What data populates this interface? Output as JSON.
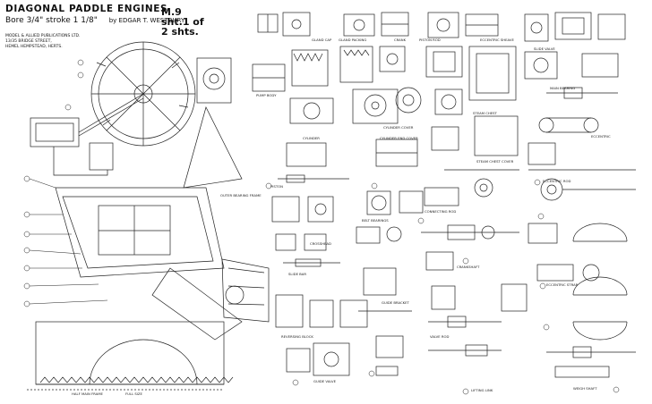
{
  "title": {
    "name": "DIAGONAL PADDLE ENGINES",
    "bore_label": "Bore",
    "bore_value": "3/4\"",
    "stroke_label": "stroke",
    "stroke_value": "1 1/8\"",
    "author": "by EDGAR T. WESTBURY",
    "publisher_lines": [
      "MODEL & ALLIED PUBLICATIONS LTD.",
      "13/35 BRIDGE STREET,",
      "HEMEL HEMPSTEAD, HERTS."
    ],
    "sheet_code": "M.9",
    "sheet_of": "sht.1 of",
    "sheet_count": "2 shts."
  },
  "labels": {
    "gland_cap": "GLAND CAP",
    "gland_packing": "GLAND PACKING",
    "crank": "CRANK",
    "piston_rod": "PISTON ROD",
    "eccentric_sheave": "ECCENTRIC SHEAVE",
    "slide_valve": "SLIDE VALVE",
    "pump_body": "PUMP BODY",
    "cylinder_cover": "CYLINDER COVER",
    "cylinder": "CYLINDER",
    "cylinder_end_cover": "CYLINDER END COVER",
    "steam_chest": "STEAM CHEST",
    "steam_chest_cover": "STEAM CHEST COVER",
    "piston": "PISTON",
    "connecting_rod": "CONNECTING ROD",
    "belt_bearings": "BELT BEARINGS",
    "crosshead": "CROSSHEAD",
    "eccentric_rod": "ECCENTRIC ROD",
    "eccentric_strap": "ECCENTRIC STRAP",
    "crankshaft": "CRANKSHAFT",
    "slide_bar": "SLIDE BAR",
    "reversing_block": "REVERSING BLOCK",
    "guide_valve": "GUIDE VALVE",
    "lifting_link": "LIFTING LINK",
    "weigh_shaft": "WEIGH SHAFT",
    "main_bearing": "MAIN BEARING",
    "eccentric": "ECCENTRIC",
    "guide_bracket": "GUIDE BRACKET",
    "valve_rod": "VALVE ROD",
    "outer_bearing_frame": "OUTER BEARING FRAME",
    "main_frame_half_full": "HALF MAIN FRAME",
    "scale_full": "FULL SIZE"
  }
}
